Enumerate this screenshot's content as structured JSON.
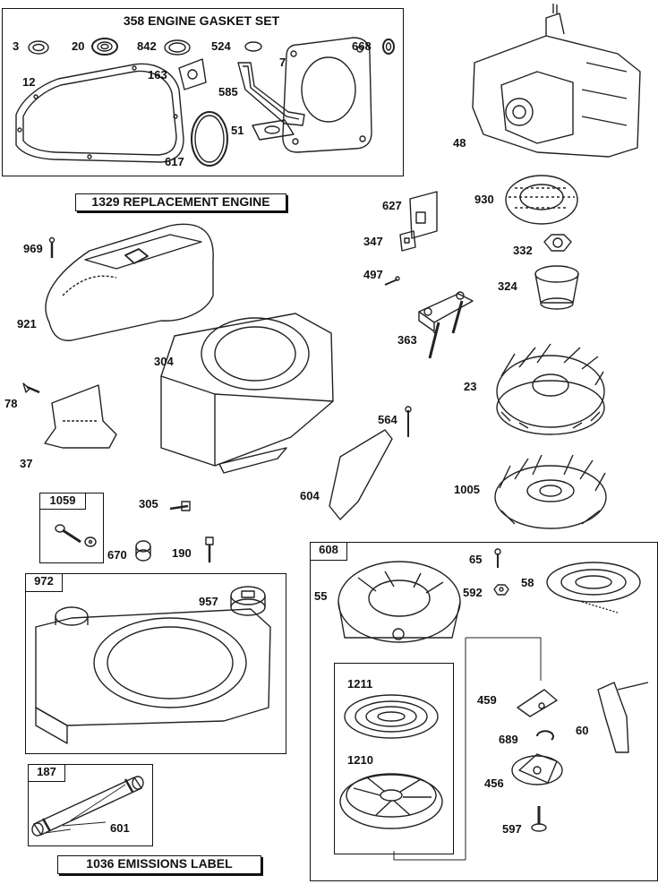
{
  "gasket_set": {
    "title": "358 ENGINE GASKET SET"
  },
  "replacement_engine": {
    "label": "1329 REPLACEMENT ENGINE"
  },
  "emissions_label": {
    "label": "1036 EMISSIONS LABEL"
  },
  "group_tags": {
    "g1059": "1059",
    "g972": "972",
    "g187": "187",
    "g608": "608"
  },
  "parts": {
    "p3": "3",
    "p20": "20",
    "p842": "842",
    "p524": "524",
    "p7": "7",
    "p668": "668",
    "p12": "12",
    "p163": "163",
    "p585": "585",
    "p51": "51",
    "p617": "617",
    "p48": "48",
    "p930": "930",
    "p627": "627",
    "p347": "347",
    "p497": "497",
    "p332": "332",
    "p324": "324",
    "p363": "363",
    "p23": "23",
    "p564": "564",
    "p1005": "1005",
    "p969": "969",
    "p921": "921",
    "p304": "304",
    "p78": "78",
    "p37": "37",
    "p604": "604",
    "p305": "305",
    "p670": "670",
    "p190": "190",
    "p957": "957",
    "p601": "601",
    "p65": "65",
    "p592": "592",
    "p58": "58",
    "p55": "55",
    "p459": "459",
    "p60": "60",
    "p689": "689",
    "p456": "456",
    "p597": "597",
    "p1211": "1211",
    "p1210": "1210"
  }
}
